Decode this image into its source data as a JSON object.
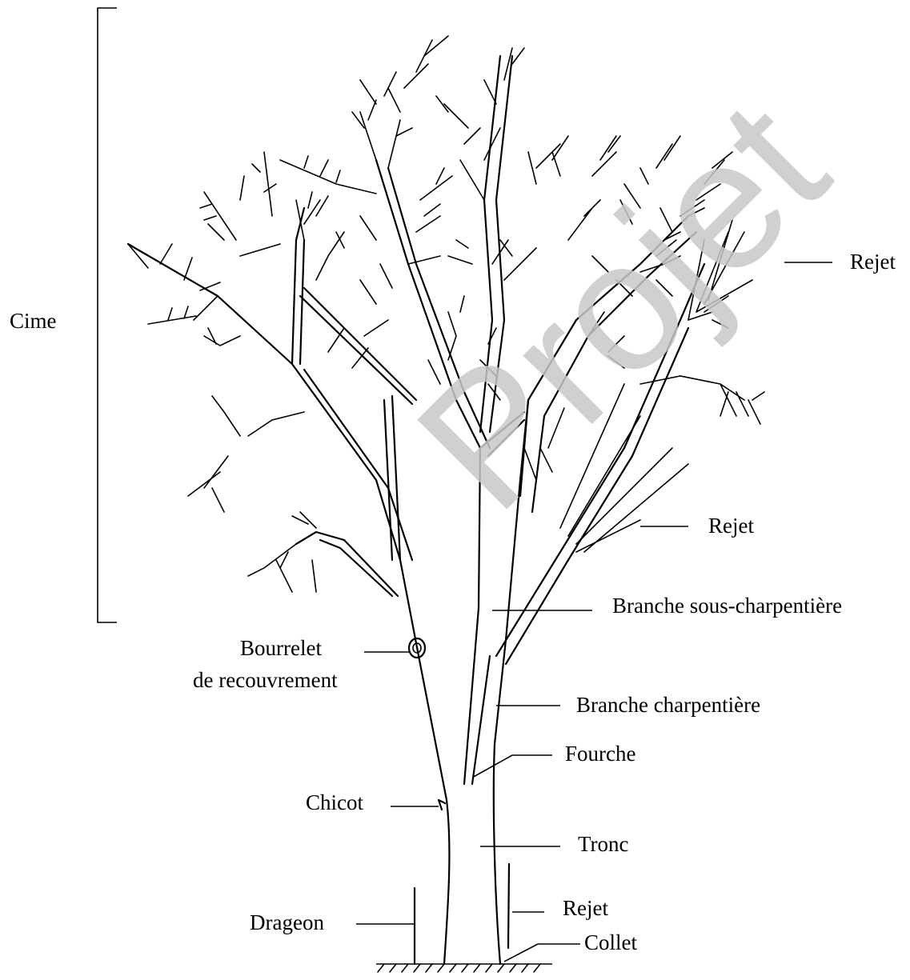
{
  "labels": {
    "cime": "Cime",
    "rejet_top": "Rejet",
    "rejet_mid": "Rejet",
    "branche_sous_charpentiere": "Branche sous-charpentière",
    "bourrelet_line1": "Bourrelet",
    "bourrelet_line2": "de recouvrement",
    "branche_charpentiere": "Branche charpentière",
    "fourche": "Fourche",
    "chicot": "Chicot",
    "tronc": "Tronc",
    "rejet_bottom": "Rejet",
    "drageon": "Drageon",
    "collet": "Collet"
  },
  "watermark": "Projet"
}
